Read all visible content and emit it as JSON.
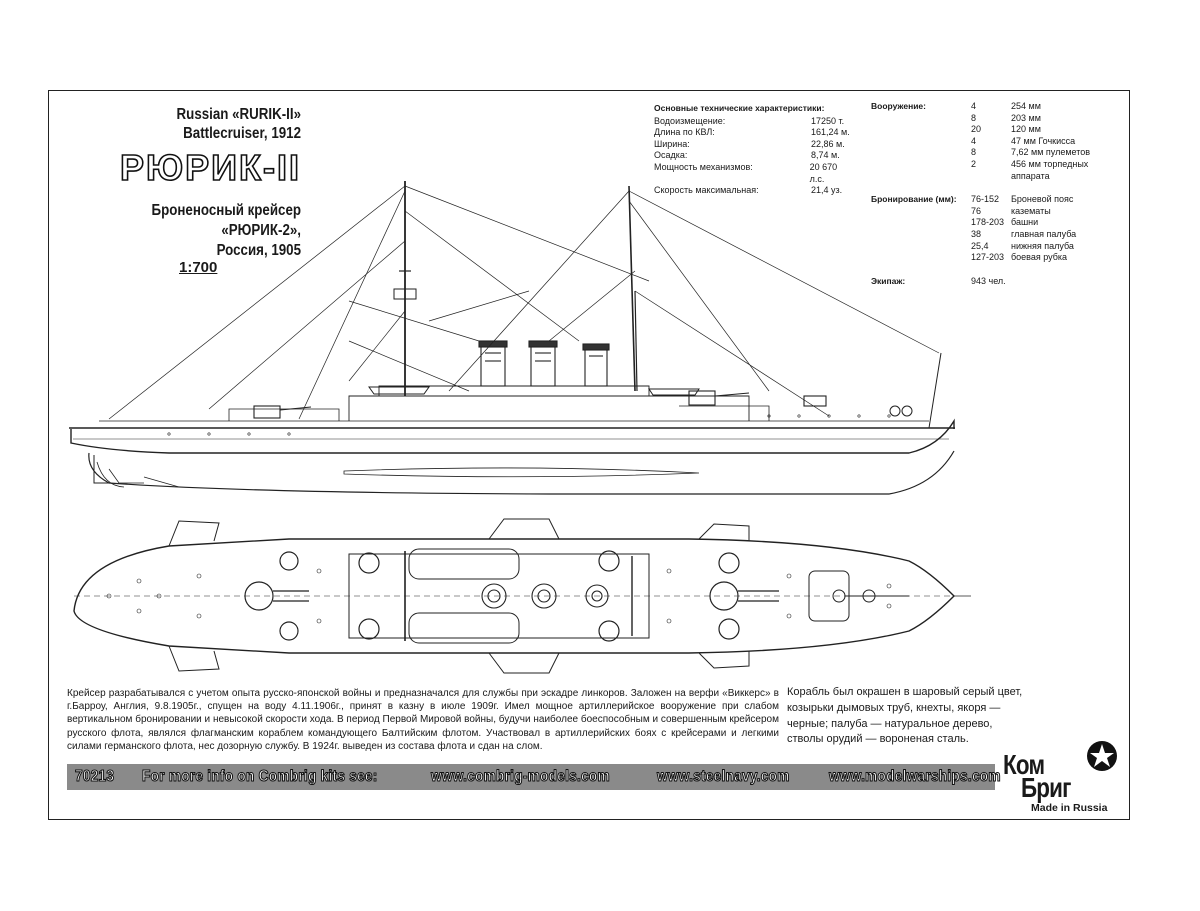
{
  "title": {
    "english_line1": "Russian «RURIK-II»",
    "english_line2": "Battlecruiser, 1912",
    "outline_name": "РЮРИК-II",
    "russian_line1": "Броненосный крейсер «РЮРИК-2»,",
    "russian_line2": "Россия, 1905",
    "scale": "1:700"
  },
  "specs": {
    "heading": "Основные технические характеристики:",
    "rows": [
      {
        "label": "Водоизмещение:",
        "value": "17250 т."
      },
      {
        "label": "Длина по КВЛ:",
        "value": "161,24 м."
      },
      {
        "label": "Ширина:",
        "value": "22,86 м."
      },
      {
        "label": "Осадка:",
        "value": "8,74 м."
      },
      {
        "label": "Мощность механизмов:",
        "value": "20 670 л.с."
      },
      {
        "label": "Скорость максимальная:",
        "value": "21,4 уз."
      }
    ]
  },
  "armament": {
    "label": "Вооружение:",
    "rows": [
      {
        "num": "4",
        "desc": "254 мм"
      },
      {
        "num": "8",
        "desc": "203 мм"
      },
      {
        "num": "20",
        "desc": "120 мм"
      },
      {
        "num": "4",
        "desc": "47 мм Гочкисса"
      },
      {
        "num": "8",
        "desc": "7,62 мм пулеметов"
      },
      {
        "num": "2",
        "desc": "456 мм торпедных"
      },
      {
        "num": "",
        "desc": "аппарата"
      }
    ]
  },
  "armor": {
    "label": "Бронирование (мм):",
    "rows": [
      {
        "num": "76-152",
        "desc": "Броневой пояс"
      },
      {
        "num": "76",
        "desc": "казематы"
      },
      {
        "num": "178-203",
        "desc": "башни"
      },
      {
        "num": "38",
        "desc": "главная палуба"
      },
      {
        "num": "25,4",
        "desc": "нижняя палуба"
      },
      {
        "num": "127-203",
        "desc": "боевая рубка"
      }
    ]
  },
  "crew": {
    "label": "Экипаж:",
    "value": "943 чел."
  },
  "description_left": "Крейсер разрабатывался с учетом опыта русско-японской войны и предназначался для службы при эскадре линкоров. Заложен на верфи «Виккерс» в г.Барроу, Англия, 9.8.1905г., спущен на воду 4.11.1906г., принят в казну в июле 1909г. Имел мощное артиллерийское вооружение при слабом вертикальном бронировании и невысокой скорости хода. В период Первой Мировой войны, будучи наиболее боеспособным и совершенным крейсером русского флота, являлся флагманским кораблем командующего Балтийским флотом.  Участвовал в артиллерийских боях с крейсерами и легкими силами германского флота, нес дозорную службу. В 1924г. выведен из состава флота и сдан на слом.",
  "description_right": "Корабль был окрашен в шаровый серый цвет, козырьки дымовых труб, кнехты, якоря — черные; палуба — натуральное дерево, стволы орудий — вороненая сталь.",
  "footer": {
    "code": "70213",
    "more_info": "For more info on Combrig kits see:",
    "site1": "www.combrig-models.com",
    "site2": "www.steelnavy.com",
    "site3": "www.modelwarships.com"
  },
  "logo": {
    "line1": "Ком",
    "line2": "Бриг",
    "made_in": "Made in Russia",
    "icon": "star-icon"
  },
  "colors": {
    "ink": "#1a1a1a",
    "band": "#8a8a8a",
    "paper": "#ffffff"
  }
}
